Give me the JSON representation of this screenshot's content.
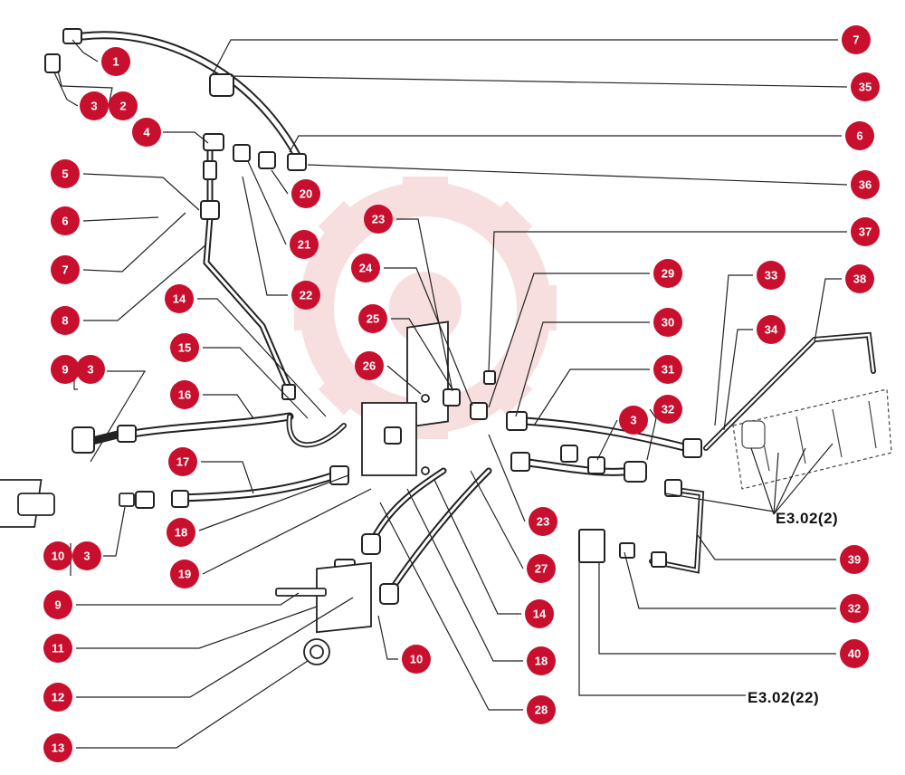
{
  "callout_color": "#c8102e",
  "watermark_color": "#f2c6c6",
  "line_color": "#222222",
  "refs": {
    "ref_top": "E3.02(2)",
    "ref_bottom": "E3.02(22)"
  },
  "callouts": [
    {
      "id": "c1",
      "label": "1"
    },
    {
      "id": "c2",
      "label": "2"
    },
    {
      "id": "c3a",
      "label": "3"
    },
    {
      "id": "c4",
      "label": "4"
    },
    {
      "id": "c5",
      "label": "5"
    },
    {
      "id": "c6a",
      "label": "6"
    },
    {
      "id": "c7a",
      "label": "7"
    },
    {
      "id": "c8",
      "label": "8"
    },
    {
      "id": "c9a",
      "label": "9"
    },
    {
      "id": "c3b",
      "label": "3"
    },
    {
      "id": "c10a",
      "label": "10"
    },
    {
      "id": "c3c",
      "label": "3"
    },
    {
      "id": "c9b",
      "label": "9"
    },
    {
      "id": "c11",
      "label": "11"
    },
    {
      "id": "c12",
      "label": "12"
    },
    {
      "id": "c13",
      "label": "13"
    },
    {
      "id": "c14a",
      "label": "14"
    },
    {
      "id": "c15",
      "label": "15"
    },
    {
      "id": "c16",
      "label": "16"
    },
    {
      "id": "c17",
      "label": "17"
    },
    {
      "id": "c18a",
      "label": "18"
    },
    {
      "id": "c19",
      "label": "19"
    },
    {
      "id": "c20",
      "label": "20"
    },
    {
      "id": "c21",
      "label": "21"
    },
    {
      "id": "c22",
      "label": "22"
    },
    {
      "id": "c23a",
      "label": "23"
    },
    {
      "id": "c24",
      "label": "24"
    },
    {
      "id": "c25",
      "label": "25"
    },
    {
      "id": "c26",
      "label": "26"
    },
    {
      "id": "c10b",
      "label": "10"
    },
    {
      "id": "c7b",
      "label": "7"
    },
    {
      "id": "c35",
      "label": "35"
    },
    {
      "id": "c6b",
      "label": "6"
    },
    {
      "id": "c36",
      "label": "36"
    },
    {
      "id": "c37",
      "label": "37"
    },
    {
      "id": "c29",
      "label": "29"
    },
    {
      "id": "c30",
      "label": "30"
    },
    {
      "id": "c31",
      "label": "31"
    },
    {
      "id": "c32a",
      "label": "32"
    },
    {
      "id": "c3d",
      "label": "3"
    },
    {
      "id": "c33",
      "label": "33"
    },
    {
      "id": "c34",
      "label": "34"
    },
    {
      "id": "c38",
      "label": "38"
    },
    {
      "id": "c23b",
      "label": "23"
    },
    {
      "id": "c27",
      "label": "27"
    },
    {
      "id": "c14b",
      "label": "14"
    },
    {
      "id": "c18b",
      "label": "18"
    },
    {
      "id": "c28",
      "label": "28"
    },
    {
      "id": "c39",
      "label": "39"
    },
    {
      "id": "c32b",
      "label": "32"
    },
    {
      "id": "c40",
      "label": "40"
    }
  ]
}
